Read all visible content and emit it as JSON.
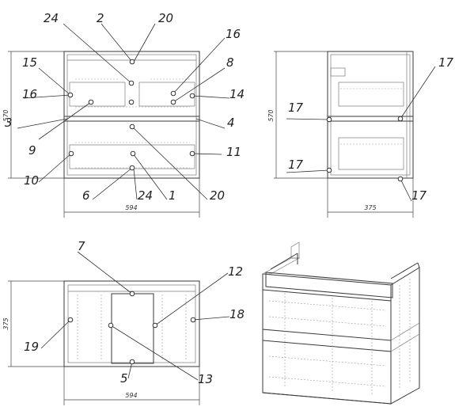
{
  "views": {
    "front": {
      "callouts": [
        "24",
        "2",
        "20",
        "16",
        "15",
        "16",
        "8",
        "14",
        "3",
        "4",
        "9",
        "11",
        "10",
        "6",
        "24",
        "1",
        "20"
      ],
      "dim_width": "594",
      "dim_height": "570"
    },
    "side": {
      "callouts": [
        "17",
        "17",
        "17",
        "17"
      ],
      "dim_depth": "375",
      "dim_height": "570"
    },
    "top": {
      "callouts": [
        "7",
        "12",
        "18",
        "19",
        "5",
        "13"
      ],
      "dim_width": "594",
      "dim_depth": "375"
    }
  }
}
